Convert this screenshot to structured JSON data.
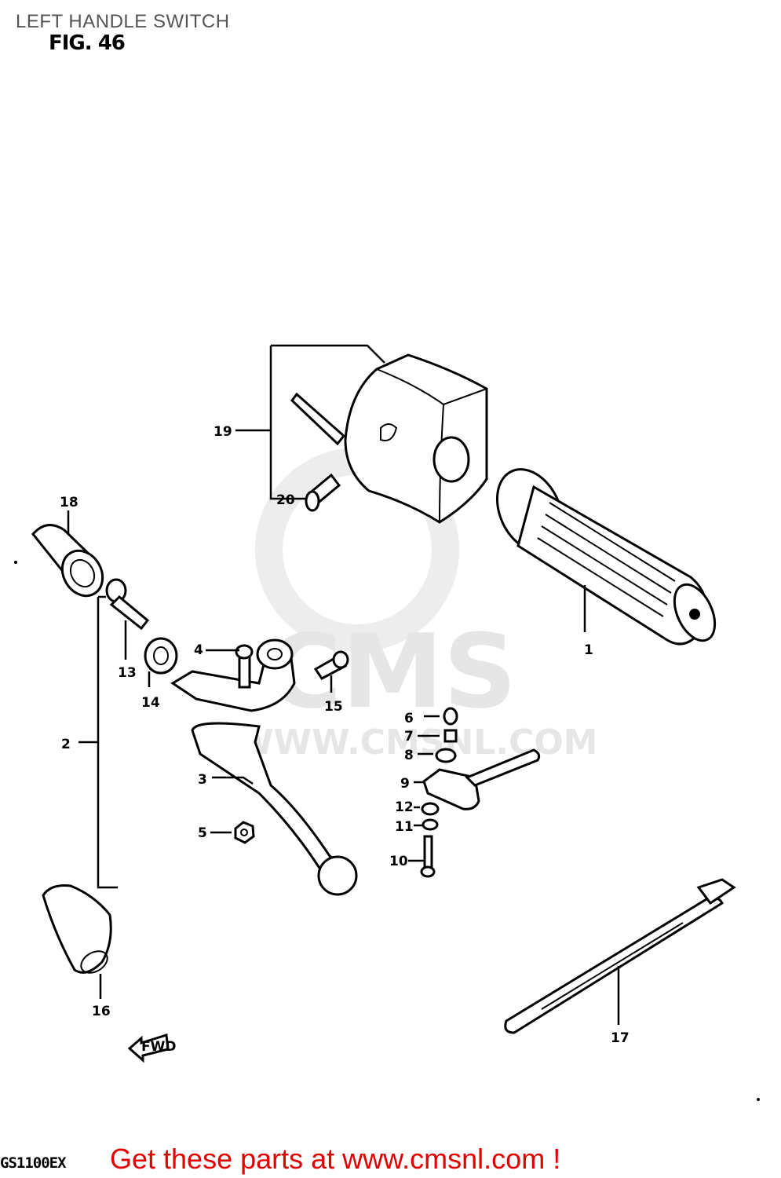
{
  "header": {
    "title": "LEFT HANDLE SWITCH",
    "figure": "FIG. 46"
  },
  "watermark": {
    "brand": "CMS",
    "url": "WWW.CMSNL.COM"
  },
  "parts": [
    {
      "label": "1"
    },
    {
      "label": "2"
    },
    {
      "label": "3"
    },
    {
      "label": "4"
    },
    {
      "label": "5"
    },
    {
      "label": "6"
    },
    {
      "label": "7"
    },
    {
      "label": "8"
    },
    {
      "label": "9"
    },
    {
      "label": "10"
    },
    {
      "label": "11"
    },
    {
      "label": "12"
    },
    {
      "label": "13"
    },
    {
      "label": "14"
    },
    {
      "label": "15"
    },
    {
      "label": "16"
    },
    {
      "label": "17"
    },
    {
      "label": "18"
    },
    {
      "label": "19"
    },
    {
      "label": "20"
    }
  ],
  "fwd_arrow": "FWD",
  "footer": {
    "model": "GS1100EX",
    "promo": "Get these parts at www.cmsnl.com !"
  },
  "colors": {
    "promo": "#e00000",
    "title": "#555555",
    "watermark": "#e6e6e6"
  }
}
